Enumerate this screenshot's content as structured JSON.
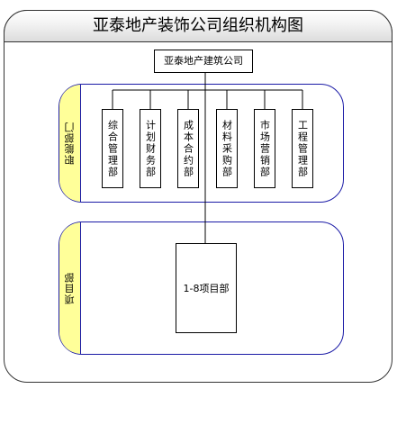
{
  "title": "亚泰地产装饰公司组织机构图",
  "company": "亚泰地产建筑公司",
  "functional_group_label": "职能部门",
  "project_group_label": "项目部",
  "departments": [
    "综合管理部",
    "计划财务部",
    "成本合约部",
    "材料采购部",
    "市场营销部",
    "工程管理部"
  ],
  "project_unit": "1-8项目部",
  "colors": {
    "group_border": "#1a1aa6",
    "group_label_fill": "#ffff99"
  }
}
